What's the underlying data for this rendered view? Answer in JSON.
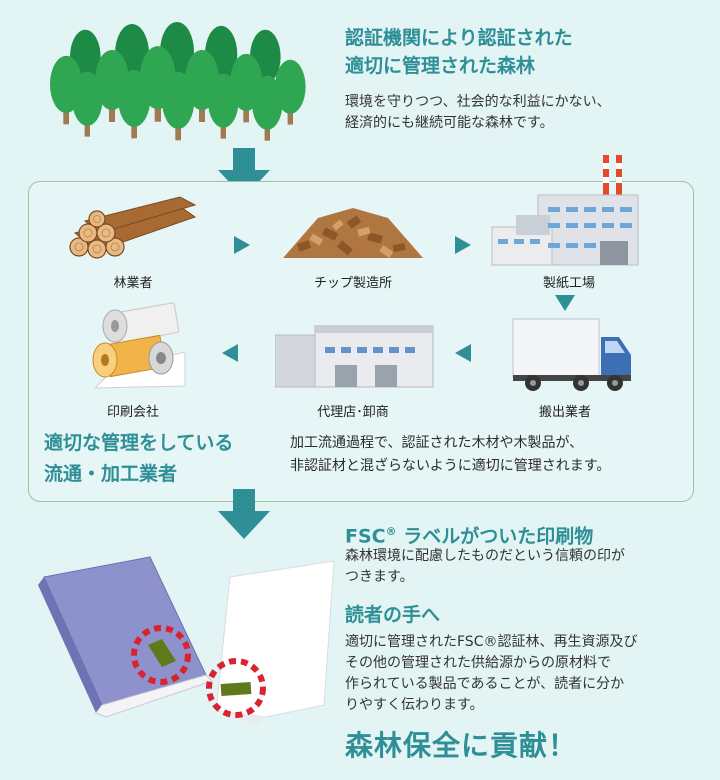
{
  "forest": {
    "heading_line1": "認証機関により認証された",
    "heading_line2": "適切に管理された森林",
    "desc_line1": "環境を守りつつ、社会的な利益にかない、",
    "desc_line2": "経済的にも継続可能な森林です。"
  },
  "flow": {
    "nodes": [
      {
        "label": "林業者",
        "icon": "logs-icon"
      },
      {
        "label": "チップ製造所",
        "icon": "wood-chips-icon"
      },
      {
        "label": "製紙工場",
        "icon": "paper-mill-icon"
      },
      {
        "label": "搬出業者",
        "icon": "truck-icon"
      },
      {
        "label": "代理店･卸商",
        "icon": "warehouse-icon"
      },
      {
        "label": "印刷会社",
        "icon": "paper-rolls-icon"
      }
    ],
    "left_text_line1": "適切な管理をしている",
    "left_text_line2": "流通・加工業者",
    "right_text_line1": "加工流通過程で、認証された木材や木製品が、",
    "right_text_line2": "非認証材と混ざらないように適切に管理されます。"
  },
  "fsc": {
    "heading": "FSC",
    "heading_reg": "®",
    "heading_rest": " ラベルがついた印刷物",
    "desc_line1": "森林環境に配慮したものだという信頼の印が",
    "desc_line2": "つきます。"
  },
  "reader": {
    "heading": "読者の手へ",
    "desc_line1": "適切に管理されたFSC®認証林、再生資源及び",
    "desc_line2": "その他の管理された供給源からの原材料で",
    "desc_line3": "作られている製品であることが、読者に分か",
    "desc_line4": "りやすく伝わります。"
  },
  "contribution": "森林保全に貢献！",
  "colors": {
    "background": "#e3f4f4",
    "accent_teal": "#2f8f97",
    "arrow": "#2f8f97",
    "tree_dark": "#1d8a45",
    "tree_light": "#2fa652",
    "label_circle": "#d9232e",
    "fsc_label": "#5f7a1a"
  }
}
